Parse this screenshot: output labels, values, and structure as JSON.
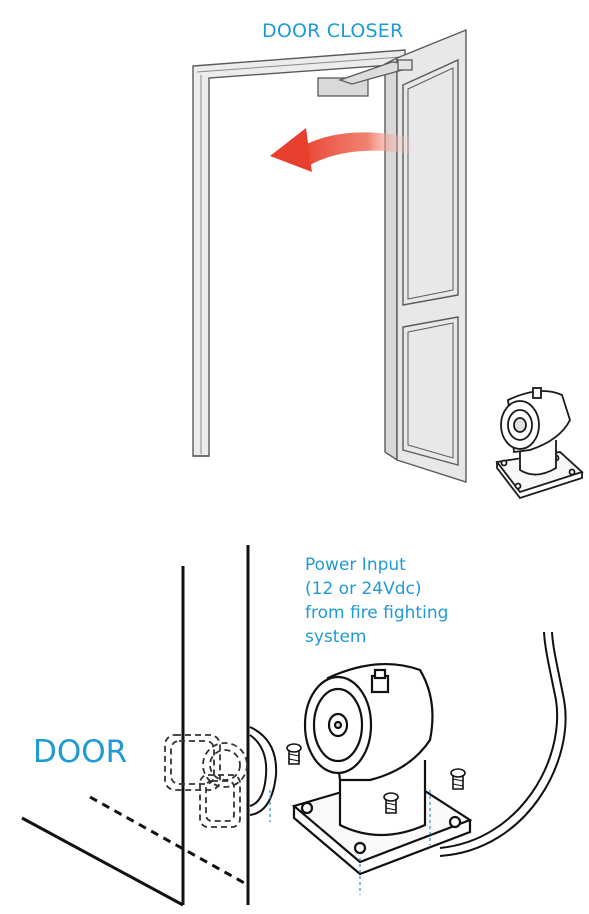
{
  "labels": {
    "door_closer": "DOOR CLOSER",
    "power_input": [
      "Power Input",
      "(12 or 24Vdc)",
      "from fire fighting",
      "system"
    ],
    "door": "DOOR"
  },
  "colors": {
    "label_blue": "#1f9ad6",
    "arrow_red": "#e8402f",
    "door_fill": "#e8e8e8",
    "frame_fill": "#ececec",
    "guide_dash": "#2c8fcf"
  }
}
